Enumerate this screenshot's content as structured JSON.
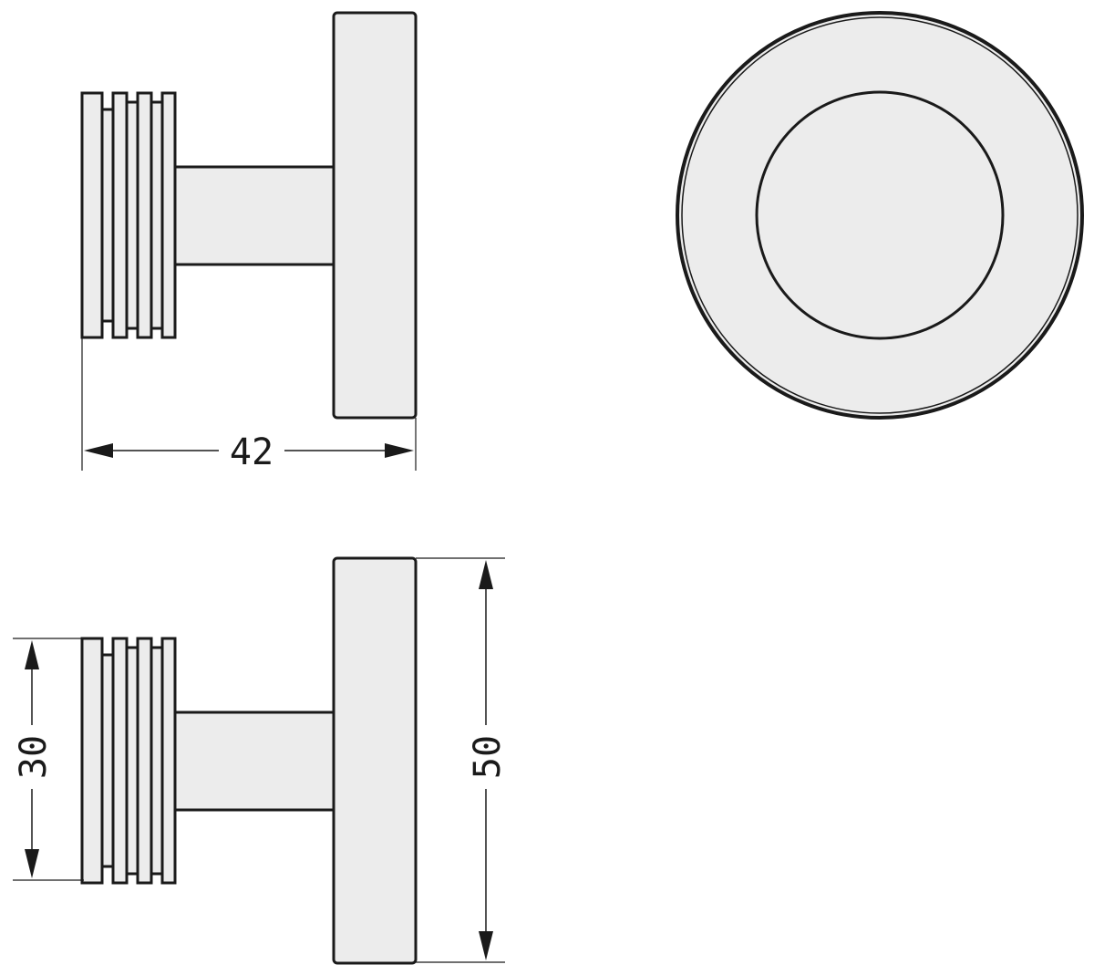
{
  "drawing": {
    "views": [
      "side-view-top",
      "front-view-circle",
      "side-view-bottom"
    ],
    "dimensions": {
      "length": "42",
      "knob_diameter": "30",
      "plate_diameter": "50"
    },
    "colors": {
      "line": "#1a1a1a",
      "fill": "#ececec"
    }
  }
}
